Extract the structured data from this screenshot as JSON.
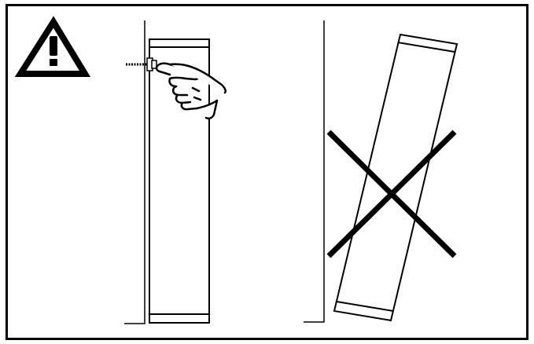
{
  "diagram": {
    "colors": {
      "background": "#ffffff",
      "ink": "#000000"
    },
    "warning": {
      "icon": "warning-triangle-icon"
    },
    "panels": [
      {
        "id": "correct",
        "description_icons": [
          "wall-line",
          "screw-icon",
          "pointing-hand-icon",
          "upright-panel"
        ]
      },
      {
        "id": "incorrect",
        "description_icons": [
          "wall-line",
          "tilted-panel",
          "cross-out-icon"
        ]
      }
    ]
  }
}
